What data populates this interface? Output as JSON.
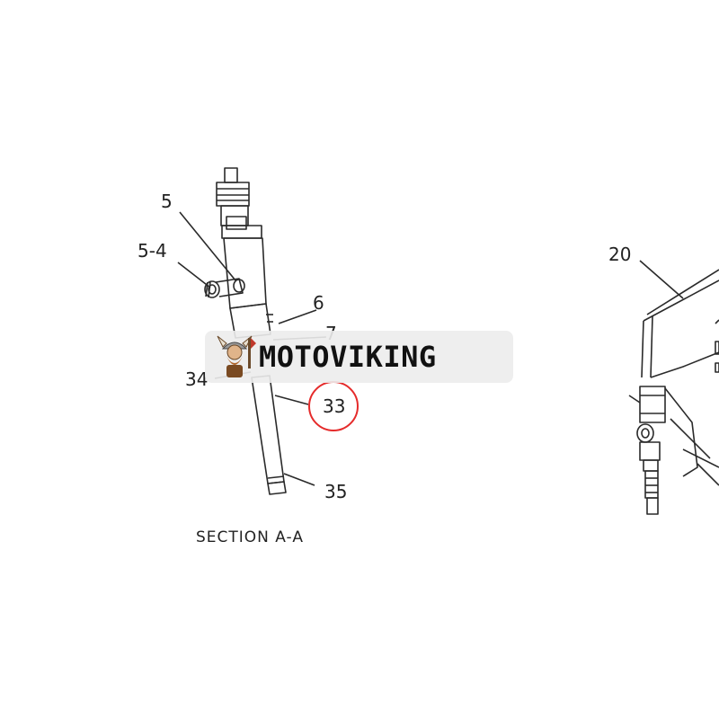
{
  "diagram": {
    "section_title": "SECTION A-A",
    "callouts": {
      "c5": "5",
      "c5_4": "5-4",
      "c6": "6",
      "c7": "7",
      "c34": "34",
      "c33": "33",
      "c35": "35",
      "c20": "20"
    },
    "highlighted_callout": "33",
    "highlight_color": "#e52b2b"
  },
  "watermark": {
    "brand": "MOTOVIKING",
    "logo_icon": "viking-mascot-icon"
  }
}
